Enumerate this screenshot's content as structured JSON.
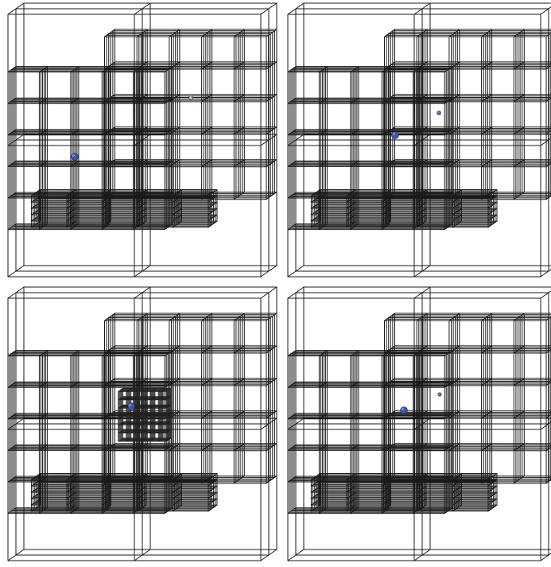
{
  "figure": {
    "panels": [
      {
        "name": "top-left",
        "fine_cluster": false,
        "spheres": [
          {
            "kind": "large",
            "color": "#3d55a6"
          },
          {
            "kind": "small",
            "color": "#b9b9c4"
          }
        ]
      },
      {
        "name": "top-right",
        "fine_cluster": false,
        "spheres": [
          {
            "kind": "large",
            "color": "#3d55a6"
          },
          {
            "kind": "small",
            "color": "#5a6a9c"
          }
        ]
      },
      {
        "name": "bottom-left",
        "fine_cluster": true,
        "spheres": [
          {
            "kind": "large",
            "color": "#3d55a6"
          }
        ]
      },
      {
        "name": "bottom-right",
        "fine_cluster": false,
        "spheres": [
          {
            "kind": "large",
            "color": "#3d55a6"
          },
          {
            "kind": "small",
            "color": "#5a6a9c"
          }
        ]
      }
    ],
    "colors": {
      "line": "#1a1a1a",
      "background": "#ffffff"
    }
  }
}
